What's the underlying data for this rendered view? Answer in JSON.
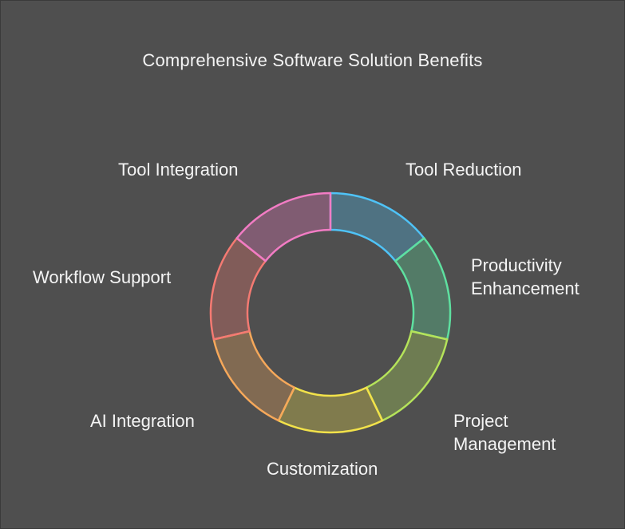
{
  "title": "Comprehensive Software Solution Benefits",
  "segments": [
    {
      "lines": [
        "Tool Reduction"
      ],
      "color": "#4fc3f7"
    },
    {
      "lines": [
        "Productivity",
        "Enhancement"
      ],
      "color": "#5ee0a0"
    },
    {
      "lines": [
        "Project",
        "Management"
      ],
      "color": "#b5e35a"
    },
    {
      "lines": [
        "Customization"
      ],
      "color": "#f2e24a"
    },
    {
      "lines": [
        "AI Integration"
      ],
      "color": "#f6a85a"
    },
    {
      "lines": [
        "Workflow Support"
      ],
      "color": "#f47a72"
    },
    {
      "lines": [
        "Tool Integration"
      ],
      "color": "#f27cc4"
    }
  ]
}
